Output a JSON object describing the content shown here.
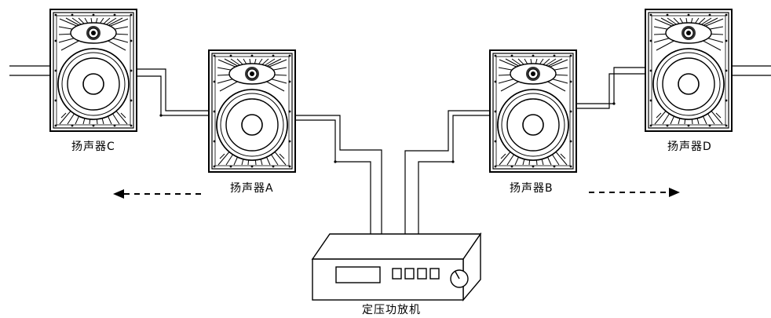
{
  "labels": {
    "speaker_c": "扬声器C",
    "speaker_a": "扬声器A",
    "speaker_b": "扬声器B",
    "speaker_d": "扬声器D",
    "amplifier": "定压功放机"
  },
  "colors": {
    "line": "#000000",
    "background": "#ffffff"
  },
  "icons": {
    "speaker": "ceiling-speaker-icon",
    "amplifier": "amplifier-icon",
    "arrow_left": "dashed-arrow-left-icon",
    "arrow_right": "dashed-arrow-right-icon"
  }
}
